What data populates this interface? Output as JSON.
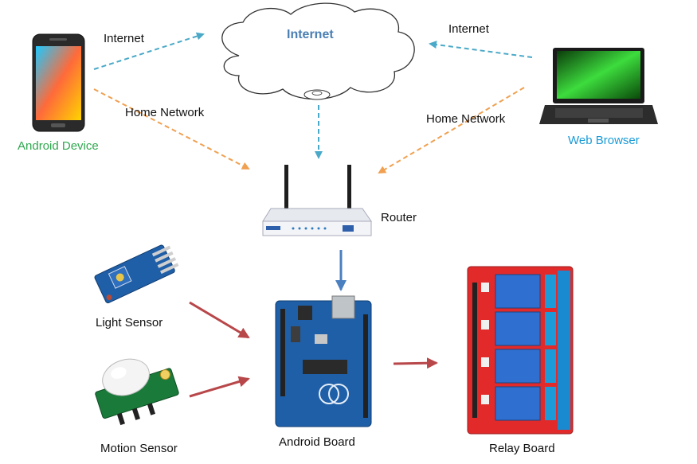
{
  "labels": {
    "internet_cloud": "Internet",
    "internet_left": "Internet",
    "internet_right": "Internet",
    "home_network_left": "Home Network",
    "home_network_right": "Home Network",
    "android_device": "Android Device",
    "web_browser": "Web Browser",
    "router": "Router",
    "light_sensor": "Light Sensor",
    "motion_sensor": "Motion Sensor",
    "android_board": "Android Board",
    "relay_board": "Relay Board"
  },
  "colors": {
    "internet_link": "#4aa9c8",
    "home_link": "#f0a050",
    "data_link": "#b8474a",
    "router_link": "#4a7fc0",
    "android_label": "#2fa84f",
    "browser_label": "#1a9bd7"
  }
}
